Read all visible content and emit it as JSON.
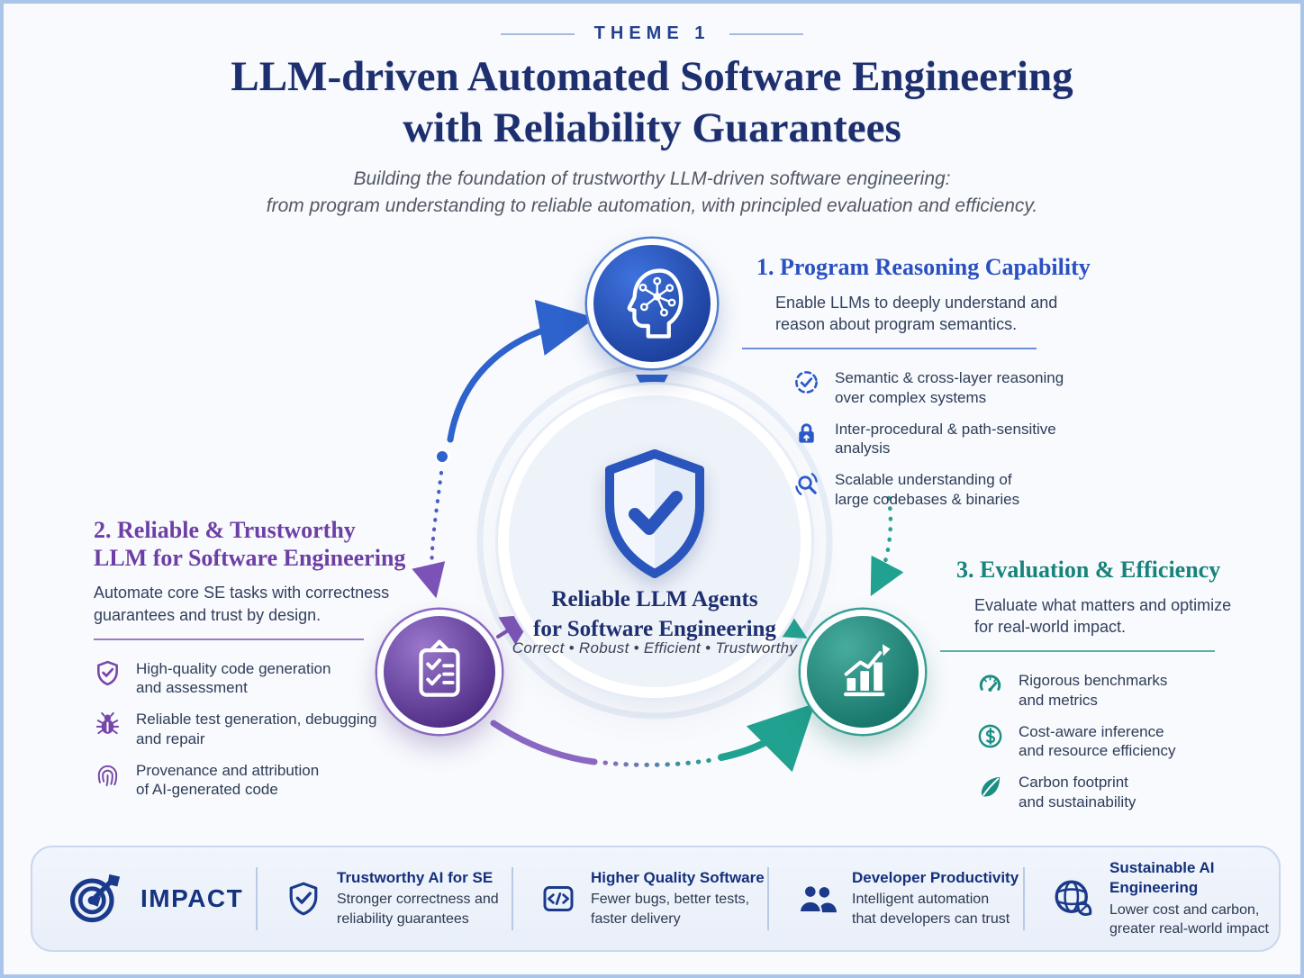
{
  "header": {
    "theme_label": "THEME 1",
    "title": "LLM-driven Automated Software Engineering\nwith Reliability Guarantees",
    "subtitle": "Building the foundation of trustworthy LLM-driven software engineering:\nfrom program understanding to reliable automation, with principled evaluation and efficiency."
  },
  "center": {
    "shield_icon": "shield-check-icon",
    "title": "Reliable LLM Agents\nfor Software Engineering",
    "tagline": "Correct • Robust • Efficient • Trustworthy"
  },
  "nodes": {
    "reasoning_icon": "head-network-icon",
    "reliable_icon": "clipboard-checklist-icon",
    "evaluation_icon": "growth-chart-icon"
  },
  "sections": {
    "reasoning": {
      "heading": "1. Program Reasoning Capability",
      "description": "Enable LLMs to deeply understand and\nreason about program semantics.",
      "items": [
        {
          "icon": "badge-check-icon",
          "text": "Semantic & cross-layer reasoning\nover complex systems"
        },
        {
          "icon": "lock-icon",
          "text": "Inter-procedural & path-sensitive\nanalysis"
        },
        {
          "icon": "search-refresh-icon",
          "text": "Scalable understanding of\nlarge codebases & binaries"
        }
      ]
    },
    "reliable": {
      "heading": "2. Reliable & Trustworthy\nLLM for Software Engineering",
      "description": "Automate core SE tasks with correctness\nguarantees and trust by design.",
      "items": [
        {
          "icon": "shield-check-icon",
          "text": "High-quality code generation\nand assessment"
        },
        {
          "icon": "bug-icon",
          "text": "Reliable test generation, debugging\nand repair"
        },
        {
          "icon": "fingerprint-icon",
          "text": "Provenance and attribution\nof AI-generated code"
        }
      ]
    },
    "evaluation": {
      "heading": "3. Evaluation & Efficiency",
      "description": "Evaluate what matters and optimize\nfor real-world impact.",
      "items": [
        {
          "icon": "gauge-icon",
          "text": "Rigorous benchmarks\nand metrics"
        },
        {
          "icon": "dollar-icon",
          "text": "Cost-aware inference\nand resource efficiency"
        },
        {
          "icon": "leaf-icon",
          "text": "Carbon footprint\nand sustainability"
        }
      ]
    }
  },
  "impact": {
    "label": "IMPACT",
    "label_icon": "target-icon",
    "items": [
      {
        "icon": "shield-check-icon",
        "title": "Trustworthy AI for SE",
        "description": "Stronger correctness and\nreliability guarantees"
      },
      {
        "icon": "code-icon",
        "title": "Higher Quality Software",
        "description": "Fewer bugs, better tests,\nfaster delivery"
      },
      {
        "icon": "users-icon",
        "title": "Developer Productivity",
        "description": "Intelligent automation\nthat developers can trust"
      },
      {
        "icon": "globe-leaf-icon",
        "title": "Sustainable AI Engineering",
        "description": "Lower cost and carbon,\ngreater real-world impact"
      }
    ]
  },
  "colors": {
    "accent_blue": "#2b50c2",
    "accent_purple": "#6d3fa5",
    "accent_teal": "#17837a",
    "title_navy": "#1d2f6e",
    "impact_navy": "#16337f",
    "page_border": "#a9c6ea"
  }
}
